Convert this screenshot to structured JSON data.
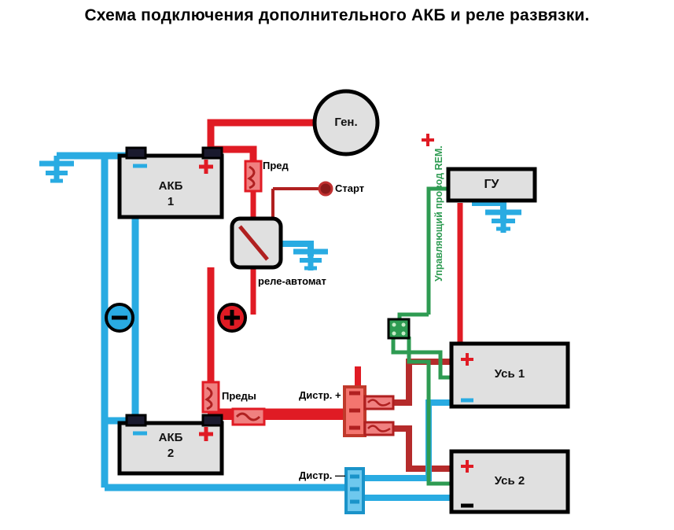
{
  "title": "Схема подключения  дополнительного АКБ и реле развязки.",
  "colors": {
    "positive_red": "#e01b24",
    "dark_red": "#b02020",
    "negative_blue": "#29abe2",
    "rem_green": "#2e9b52",
    "box_fill": "#e0e0e0",
    "box_stroke": "#000000",
    "fuse_fill": "#f08080",
    "distr_plus_fill": "#f4756f",
    "background": "#ffffff"
  },
  "components": {
    "battery1": {
      "label_line1": "АКБ",
      "label_line2": "1",
      "minus_symbol": "—",
      "plus_symbol": "+"
    },
    "battery2": {
      "label_line1": "АКБ",
      "label_line2": "2",
      "minus_symbol": "—",
      "plus_symbol": "+"
    },
    "generator": {
      "label": "Ген."
    },
    "starter": {
      "label": "Старт"
    },
    "relay": {
      "label": "реле-автомат"
    },
    "head_unit": {
      "label": "ГУ"
    },
    "amp1": {
      "label": "Усь 1",
      "plus_symbol": "+",
      "minus_symbol": "—"
    },
    "amp2": {
      "label": "Усь 2",
      "plus_symbol": "+",
      "minus_symbol": "—"
    }
  },
  "labels": {
    "fuse_single": "Пред",
    "fuse_multi": "Преды",
    "distr_plus": "Дистр. +",
    "distr_minus": "Дистр. —",
    "rem_wire": "Управляющий провод REM.",
    "rem_plus": "+",
    "circle_minus": "—",
    "circle_plus": "+"
  },
  "icons": {
    "ground": "ground-symbol",
    "fuse": "fuse-symbol",
    "terminal": "battery-terminal",
    "junction": "rem-junction-block"
  }
}
